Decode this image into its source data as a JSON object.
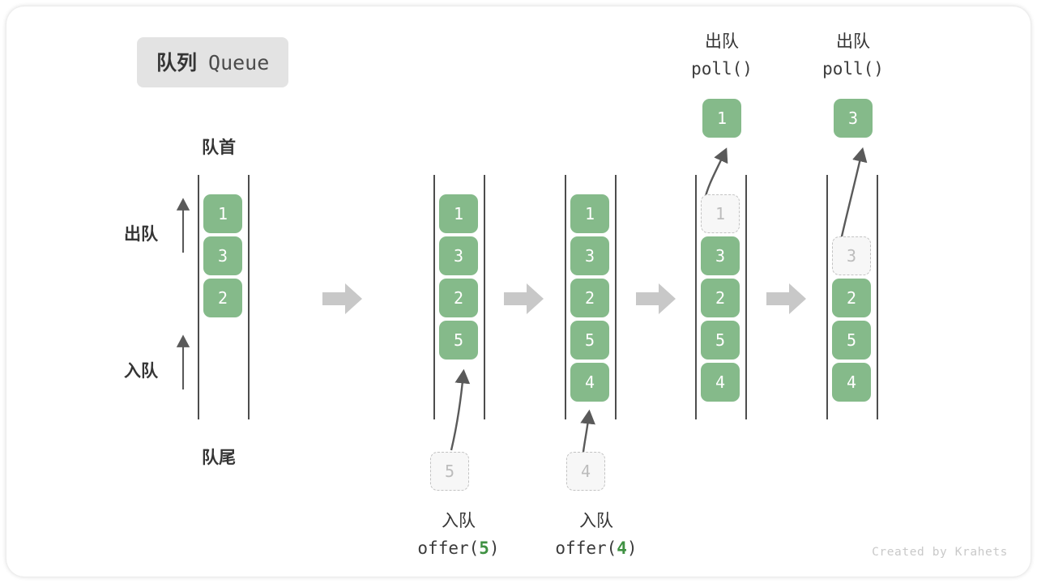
{
  "title": {
    "cn": "队列",
    "en": "Queue"
  },
  "labels": {
    "head": "队首",
    "tail": "队尾",
    "dequeue_side": "出队",
    "enqueue_side": "入队"
  },
  "colors": {
    "cell_fill": "#85ba8a",
    "cell_text": "#ffffff",
    "ghost_fill": "#f7f7f7",
    "ghost_border": "#c3c3c3",
    "ghost_text": "#bcbcbc",
    "rail": "#4d4d4d",
    "step_arrow": "#c8c8c8",
    "motion_arrow": "#5a5a5a",
    "accent_green": "#3f9142",
    "title_chip_bg": "#e3e3e3",
    "text_dark": "#353535"
  },
  "columns": [
    {
      "name": "initial-queue",
      "cells": [
        "1",
        "3",
        "2"
      ],
      "ghost_index": null,
      "ghost_value": null
    },
    {
      "name": "after-offer-5",
      "cells": [
        "1",
        "3",
        "2",
        "5"
      ],
      "ghost_index": null,
      "ghost_value": null,
      "incoming": {
        "value": "5",
        "cn": "入队",
        "fn_prefix": "offer(",
        "fn_arg": "5",
        "fn_suffix": ")"
      }
    },
    {
      "name": "after-offer-4",
      "cells": [
        "1",
        "3",
        "2",
        "5",
        "4"
      ],
      "ghost_index": null,
      "ghost_value": null,
      "incoming": {
        "value": "4",
        "cn": "入队",
        "fn_prefix": "offer(",
        "fn_arg": "4",
        "fn_suffix": ")"
      }
    },
    {
      "name": "after-poll-1",
      "cells": [
        "1",
        "3",
        "2",
        "5",
        "4"
      ],
      "ghost_index": 0,
      "ghost_value": "1",
      "outgoing": {
        "value": "1",
        "cn": "出队",
        "fn": "poll()"
      }
    },
    {
      "name": "after-poll-3",
      "cells": [
        "3",
        "2",
        "5",
        "4"
      ],
      "ghost_index": 0,
      "ghost_value": "3",
      "outgoing": {
        "value": "3",
        "cn": "出队",
        "fn": "poll()"
      }
    }
  ],
  "credit": "Created by Krahets"
}
